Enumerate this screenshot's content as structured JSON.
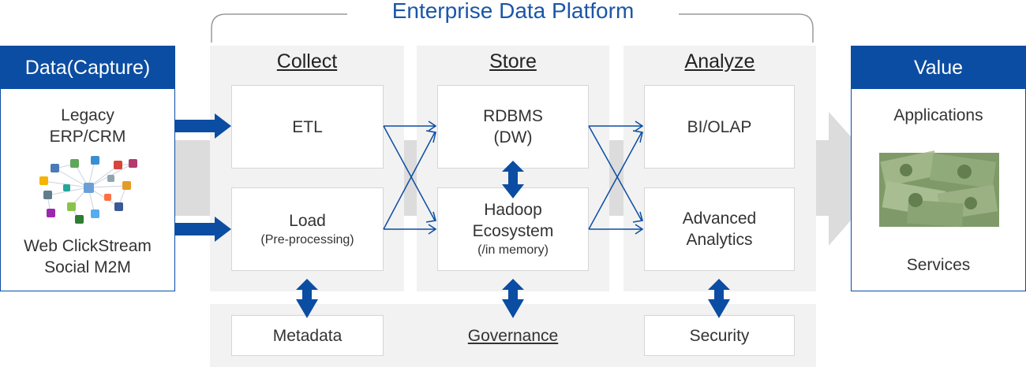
{
  "title": "Enterprise Data Platform",
  "capture": {
    "header": "Data(Capture)",
    "top_line1": "Legacy",
    "top_line2": "ERP/CRM",
    "bottom_line1": "Web ClickStream",
    "bottom_line2": "Social M2M"
  },
  "collect": {
    "header": "Collect",
    "box1": "ETL",
    "box2_line1": "Load",
    "box2_line2": "(Pre-processing)"
  },
  "store": {
    "header": "Store",
    "box1_line1": "RDBMS",
    "box1_line2": "(DW)",
    "box2_line1": "Hadoop",
    "box2_line2": "Ecosystem",
    "box2_line3": "(/in memory)"
  },
  "analyze": {
    "header": "Analyze",
    "box1": "BI/OLAP",
    "box2_line1": "Advanced",
    "box2_line2": "Analytics"
  },
  "bottom": {
    "metadata": "Metadata",
    "governance": "Governance",
    "security": "Security"
  },
  "value": {
    "header": "Value",
    "top": "Applications",
    "bottom": "Services"
  },
  "colors": {
    "accent_blue": "#0b4da2",
    "panel_gray": "#f2f2f2",
    "arrow_gray": "#dcdcdc",
    "money_green": "#6f8f55"
  }
}
